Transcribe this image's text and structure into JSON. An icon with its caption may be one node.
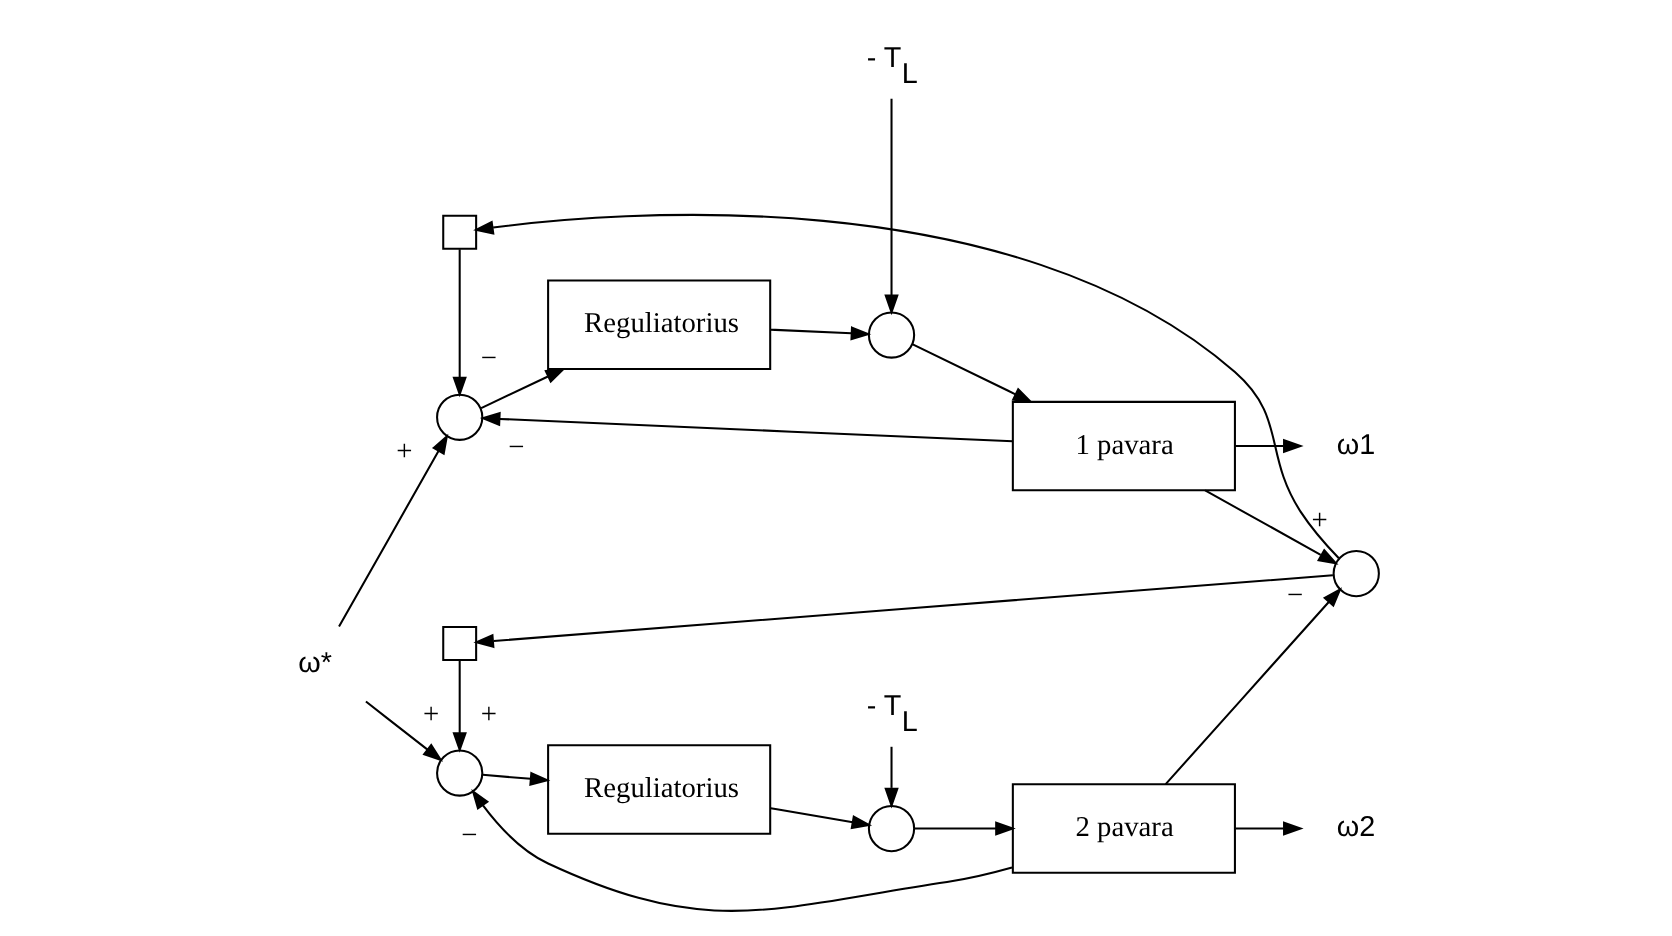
{
  "diagram": {
    "nodes": [
      {
        "text": [
          "ω*"
        ]
      },
      {
        "text": [],
        "shape": "circle"
      },
      {
        "text": [
          "Reguliatorius"
        ]
      },
      {
        "text": [],
        "shape": "circle"
      },
      {
        "text": [
          "1 pavara"
        ]
      },
      {
        "text": [
          "ω1"
        ]
      },
      {
        "text": [
          "- T$_{L}$"
        ]
      },
      {
        "text": [],
        "shape": "box"
      },
      {
        "text": [],
        "shape": "circle"
      },
      {
        "text": [],
        "shape": "box"
      },
      {
        "text": [],
        "shape": "circle"
      },
      {
        "text": [
          "Reguliatorius"
        ]
      },
      {
        "text": [],
        "shape": "circle"
      },
      {
        "text": [
          "2 pavara"
        ]
      },
      {
        "text": [
          "ω2"
        ]
      },
      {
        "text": [
          "- T$_{L}$"
        ]
      }
    ],
    "edges": [
      {
        "from": 0,
        "to": 1,
        "arrow": "to",
        "label": "+"
      },
      {
        "from": 1,
        "to": 2,
        "arrow": "to"
      },
      {
        "from": 2,
        "to": 3,
        "arrow": "to"
      },
      {
        "from": 6,
        "to": 3,
        "arrow": "to"
      },
      {
        "from": 3,
        "to": 4,
        "arrow": "to"
      },
      {
        "from": 4,
        "to": 5,
        "arrow": "to"
      },
      {
        "from": 4,
        "to": 1,
        "arrow": "to",
        "label": "−"
      },
      {
        "from": 4,
        "to": 8,
        "arrow": "to",
        "label": "+"
      },
      {
        "from": 7,
        "to": 1,
        "arrow": "to",
        "label": "−"
      },
      {
        "from": 8,
        "to": 7,
        "arrow": "to"
      },
      {
        "from": 8,
        "to": 9,
        "arrow": "to"
      },
      {
        "from": 9,
        "to": 10,
        "arrow": "to",
        "label": "+"
      },
      {
        "from": 0,
        "to": 10,
        "arrow": "to",
        "label": "+"
      },
      {
        "from": 10,
        "to": 11,
        "arrow": "to"
      },
      {
        "from": 11,
        "to": 12,
        "arrow": "to"
      },
      {
        "from": 15,
        "to": 12,
        "arrow": "to"
      },
      {
        "from": 12,
        "to": 13,
        "arrow": "to"
      },
      {
        "from": 13,
        "to": 14,
        "arrow": "to"
      },
      {
        "from": 13,
        "to": 10,
        "arrow": "to",
        "label": "−"
      },
      {
        "from": 13,
        "to": 8,
        "arrow": "to",
        "label": "−"
      }
    ]
  }
}
